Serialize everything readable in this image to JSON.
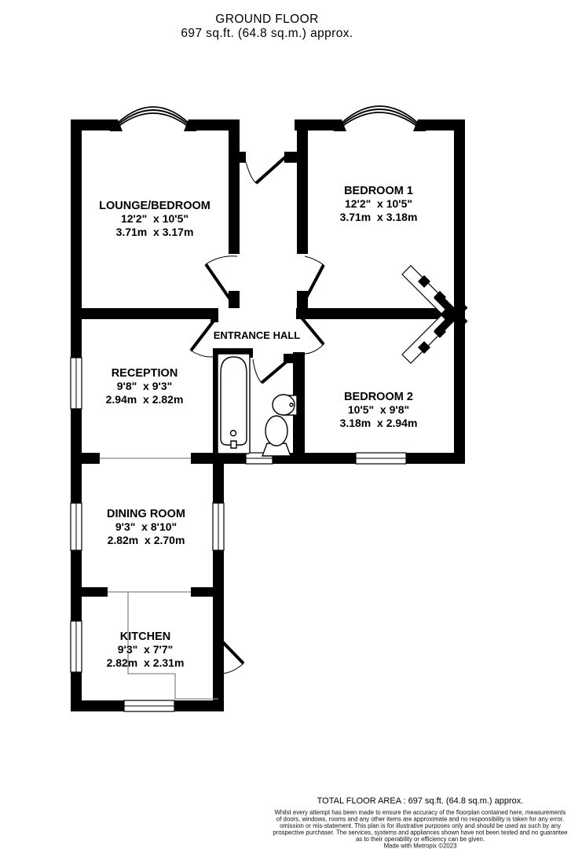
{
  "title": {
    "floor": "GROUND FLOOR",
    "area": "697 sq.ft. (64.8 sq.m.) approx."
  },
  "rooms": {
    "lounge": {
      "name": "LOUNGE/BEDROOM",
      "imperial": "12'2\"  x 10'5\"",
      "metric": "3.71m  x 3.17m"
    },
    "bedroom1": {
      "name": "BEDROOM 1",
      "imperial": "12'2\"  x 10'5\"",
      "metric": "3.71m  x 3.18m"
    },
    "hall": {
      "name": "ENTRANCE HALL"
    },
    "reception": {
      "name": "RECEPTION",
      "imperial": "9'8\"  x 9'3\"",
      "metric": "2.94m  x 2.82m"
    },
    "bedroom2": {
      "name": "BEDROOM 2",
      "imperial": "10'5\"  x 9'8\"",
      "metric": "3.18m  x 2.94m"
    },
    "dining": {
      "name": "DINING ROOM",
      "imperial": "9'3\"  x 8'10\"",
      "metric": "2.82m  x 2.70m"
    },
    "kitchen": {
      "name": "KITCHEN",
      "imperial": "9'3\"  x 7'7\"",
      "metric": "2.82m  x 2.31m"
    }
  },
  "footer": {
    "total": "TOTAL FLOOR AREA : 697 sq.ft. (64.8 sq.m.) approx.",
    "disclaimer": [
      "Whilst every attempt has been made to ensure the accuracy of the floorplan contained here, measurements",
      "of doors, windows, rooms and any other items are approximate and no responsibility is taken for any error,",
      "omission or mis-statement. This plan is for illustrative purposes only and should be used as such by any",
      "prospective purchaser. The services, systems and appliances shown have not been tested and no guarantee",
      "as to their operability or efficiency can be given."
    ],
    "credit": "Made with Metropix ©2023"
  },
  "colors": {
    "wall": "#000000",
    "background": "#ffffff",
    "counter_line": "#8a8a8a"
  }
}
